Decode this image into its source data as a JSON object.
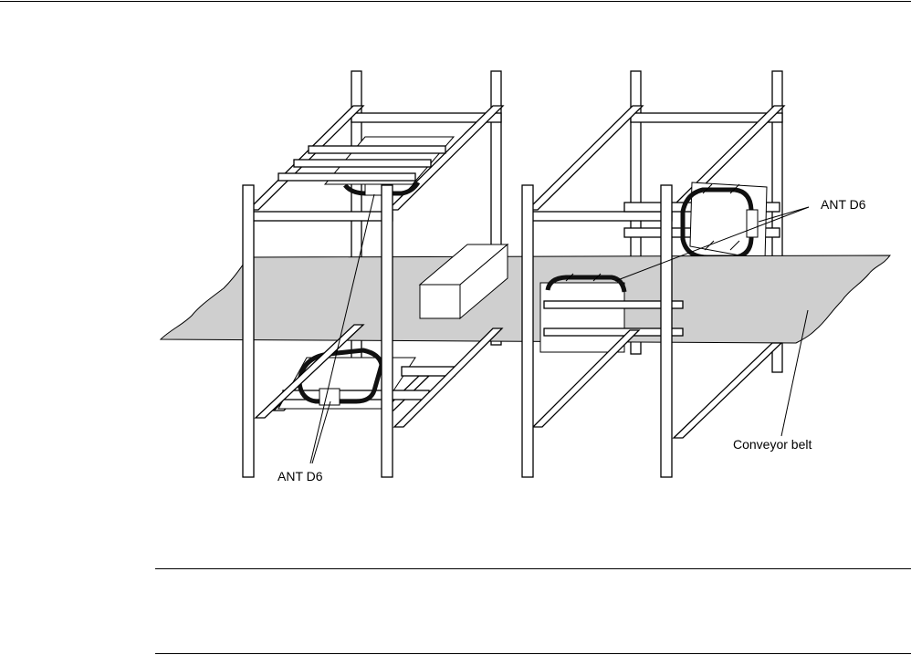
{
  "labels": {
    "ant_upper_right": "ANT D6",
    "ant_lower_left": "ANT D6",
    "conveyor": "Conveyor belt"
  },
  "colors": {
    "belt": "#cfcfcf",
    "line": "#000000",
    "antenna_cable": "#111111"
  }
}
